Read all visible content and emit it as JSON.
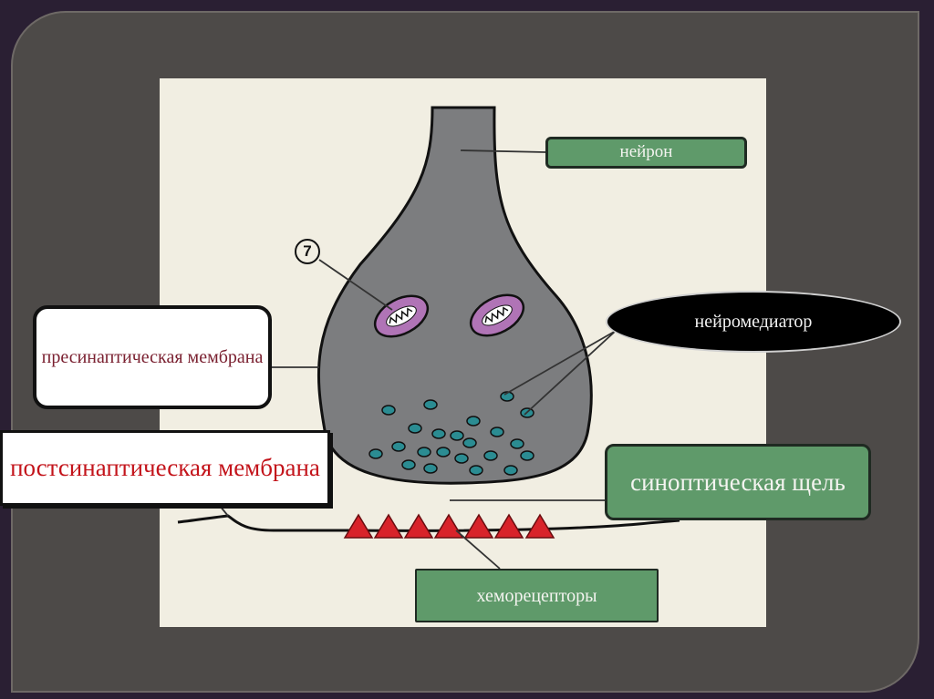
{
  "labels": {
    "neuron": "нейрон",
    "presynaptic_membrane": "пресинаптическая мембрана",
    "postsynaptic_membrane": "постсинаптическая мембрана",
    "neurotransmitter": "нейромедиатор",
    "synaptic_cleft": "синоптическая щель",
    "chemoreceptors": "хеморецепторы",
    "marker_number": "7"
  },
  "colors": {
    "slide_background": "#4d4a48",
    "canvas_background": "#f1eee2",
    "neuron_fill": "#7c7d7f",
    "mitochondria_fill": "#b074b6",
    "vesicle_fill": "#2b8c92",
    "receptor_fill": "#d8232a",
    "green_box": "#5f9a6a",
    "postsynaptic_text": "#c3141b",
    "presynaptic_text": "#7a2030"
  }
}
